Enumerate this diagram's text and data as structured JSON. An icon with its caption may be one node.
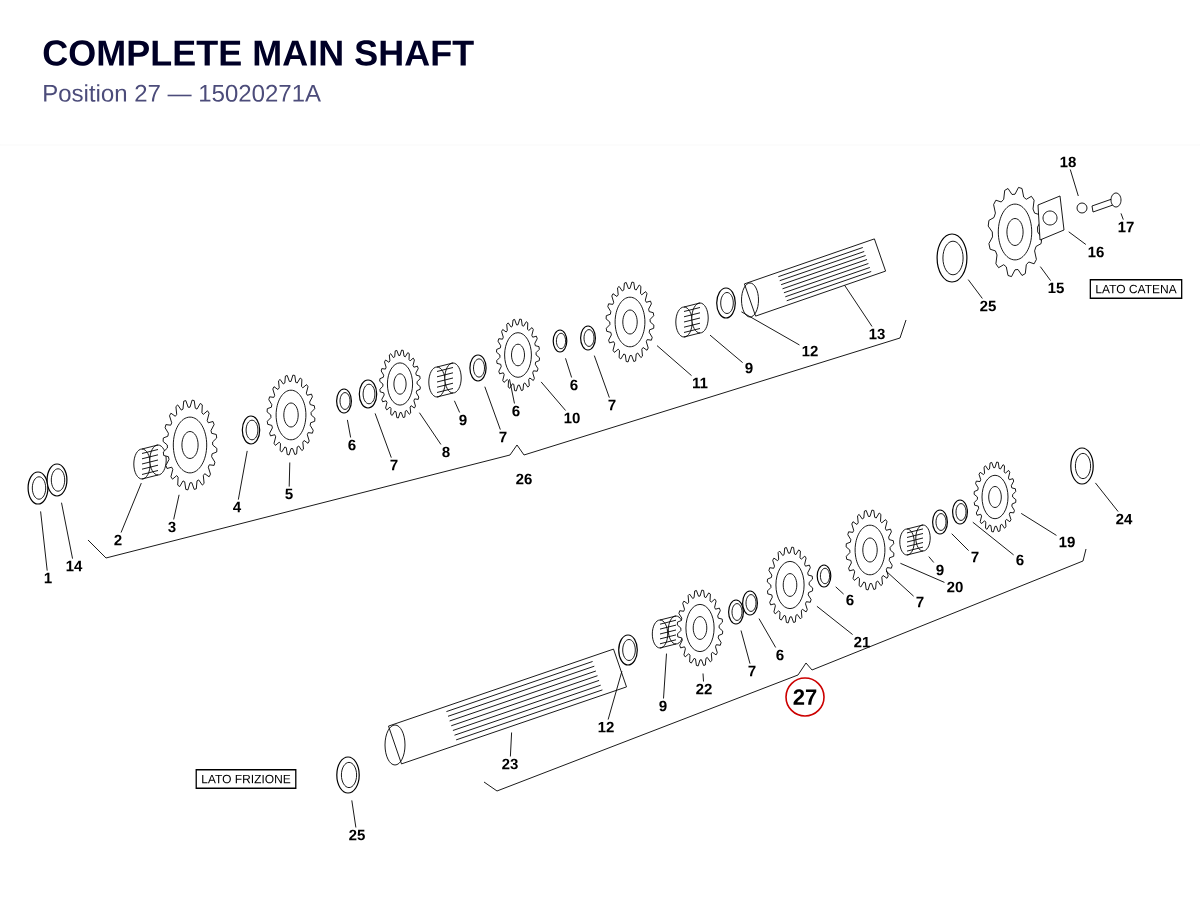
{
  "diagram": {
    "title": "COMPLETE MAIN SHAFT",
    "caption": "Position 27 — 15020271A",
    "nodes": [
      {
        "text": [
          "1"
        ]
      },
      {
        "text": [
          "14"
        ]
      },
      {
        "text": [
          "2"
        ]
      },
      {
        "text": [
          "3"
        ]
      },
      {
        "text": [
          "4"
        ]
      },
      {
        "text": [
          "5"
        ]
      },
      {
        "text": [
          "6"
        ]
      },
      {
        "text": [
          "7"
        ]
      },
      {
        "text": [
          "8"
        ]
      },
      {
        "text": [
          "9"
        ]
      },
      {
        "text": [
          "7"
        ]
      },
      {
        "text": [
          "6"
        ]
      },
      {
        "text": [
          "10"
        ]
      },
      {
        "text": [
          "6"
        ]
      },
      {
        "text": [
          "7"
        ]
      },
      {
        "text": [
          "11"
        ]
      },
      {
        "text": [
          "9"
        ]
      },
      {
        "text": [
          "12"
        ]
      },
      {
        "text": [
          "13"
        ]
      },
      {
        "text": [
          "25"
        ]
      },
      {
        "text": [
          "15"
        ]
      },
      {
        "text": [
          "16"
        ]
      },
      {
        "text": [
          "17"
        ]
      },
      {
        "text": [
          "18"
        ]
      },
      {
        "text": [
          "19"
        ]
      },
      {
        "text": [
          "24"
        ]
      },
      {
        "text": [
          "6"
        ]
      },
      {
        "text": [
          "7"
        ]
      },
      {
        "text": [
          "9"
        ]
      },
      {
        "text": [
          "20"
        ]
      },
      {
        "text": [
          "7"
        ]
      },
      {
        "text": [
          "6"
        ]
      },
      {
        "text": [
          "21"
        ]
      },
      {
        "text": [
          "6"
        ]
      },
      {
        "text": [
          "7"
        ]
      },
      {
        "text": [
          "22"
        ]
      },
      {
        "text": [
          "9"
        ]
      },
      {
        "text": [
          "12"
        ]
      },
      {
        "text": [
          "23"
        ]
      },
      {
        "text": [
          "25"
        ]
      },
      {
        "text": [
          "LATO CATENA"
        ]
      },
      {
        "text": [
          "LATO FRIZIONE"
        ]
      },
      {
        "text": [
          "27"
        ]
      }
    ],
    "edges": [
      {
        "from": 0,
        "to": null,
        "arrow": "none"
      },
      {
        "from": 1,
        "to": null,
        "arrow": "none"
      },
      {
        "from": 2,
        "to": null,
        "arrow": "none"
      },
      {
        "from": 3,
        "to": null,
        "arrow": "none"
      },
      {
        "from": 4,
        "to": null,
        "arrow": "none"
      },
      {
        "from": 5,
        "to": null,
        "arrow": "none"
      },
      {
        "from": 6,
        "to": null,
        "arrow": "none"
      },
      {
        "from": 7,
        "to": null,
        "arrow": "none"
      },
      {
        "from": 8,
        "to": null,
        "arrow": "none"
      },
      {
        "from": 9,
        "to": null,
        "arrow": "none"
      },
      {
        "from": 10,
        "to": null,
        "arrow": "none"
      },
      {
        "from": 11,
        "to": null,
        "arrow": "none"
      },
      {
        "from": 12,
        "to": null,
        "arrow": "none"
      },
      {
        "from": 13,
        "to": null,
        "arrow": "none"
      },
      {
        "from": 14,
        "to": null,
        "arrow": "none"
      },
      {
        "from": 15,
        "to": null,
        "arrow": "none"
      },
      {
        "from": 16,
        "to": null,
        "arrow": "none"
      },
      {
        "from": 17,
        "to": null,
        "arrow": "none"
      },
      {
        "from": 18,
        "to": null,
        "arrow": "none"
      },
      {
        "from": 19,
        "to": null,
        "arrow": "none"
      },
      {
        "from": 20,
        "to": null,
        "arrow": "none"
      },
      {
        "from": 21,
        "to": null,
        "arrow": "none"
      },
      {
        "from": 22,
        "to": null,
        "arrow": "none"
      },
      {
        "from": 23,
        "to": null,
        "arrow": "none"
      },
      {
        "from": 24,
        "to": null,
        "arrow": "none"
      },
      {
        "from": 25,
        "to": null,
        "arrow": "none"
      },
      {
        "from": 26,
        "to": null,
        "arrow": "none"
      },
      {
        "from": 27,
        "to": null,
        "arrow": "none"
      },
      {
        "from": 28,
        "to": null,
        "arrow": "none"
      },
      {
        "from": 29,
        "to": null,
        "arrow": "none"
      },
      {
        "from": 30,
        "to": null,
        "arrow": "none"
      },
      {
        "from": 31,
        "to": null,
        "arrow": "none"
      },
      {
        "from": 32,
        "to": null,
        "arrow": "none"
      },
      {
        "from": 33,
        "to": null,
        "arrow": "none"
      },
      {
        "from": 34,
        "to": null,
        "arrow": "none"
      },
      {
        "from": 35,
        "to": null,
        "arrow": "none"
      },
      {
        "from": 36,
        "to": null,
        "arrow": "none"
      },
      {
        "from": 37,
        "to": null,
        "arrow": "none"
      },
      {
        "from": 38,
        "to": null,
        "arrow": "none"
      },
      {
        "from": 39,
        "to": null,
        "arrow": "none"
      }
    ],
    "labels": [
      "26"
    ]
  }
}
